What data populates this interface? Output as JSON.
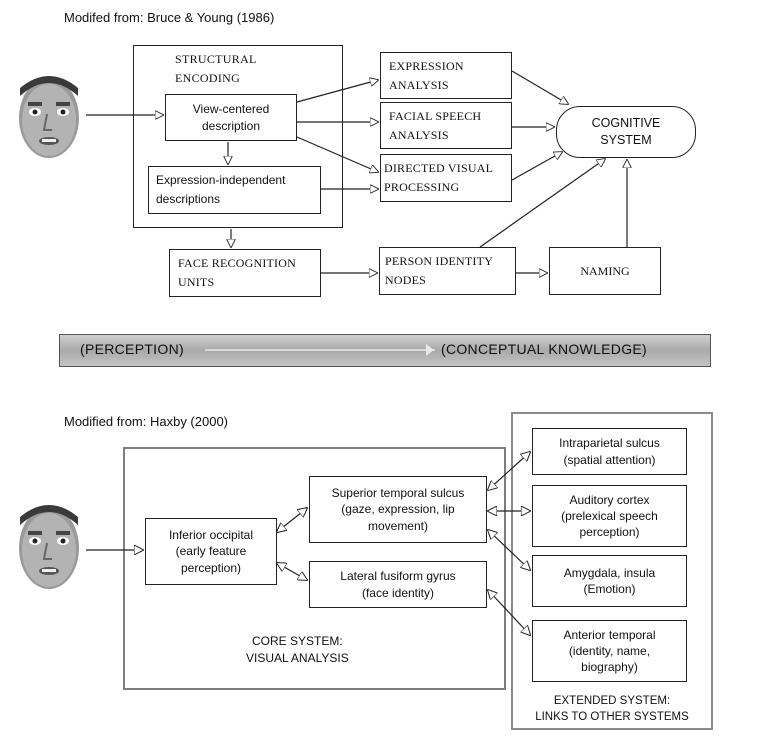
{
  "top": {
    "source": "Modifed from: Bruce & Young (1986)",
    "structural_encoding": "STRUCTURAL\nENCODING",
    "view_centered": "View-centered\ndescription",
    "expression_independent": "Expression-independent\ndescriptions",
    "expression_analysis": "EXPRESSION\nANALYSIS",
    "facial_speech": "FACIAL SPEECH\nANALYSIS",
    "directed_visual": "DIRECTED VISUAL\nPROCESSING",
    "cognitive_system": "COGNITIVE\nSYSTEM",
    "face_recognition": "FACE RECOGNITION\nUNITS",
    "person_identity": "PERSON IDENTITY\nNODES",
    "naming": "NAMING"
  },
  "bar": {
    "left": "(PERCEPTION)",
    "right": "(CONCEPTUAL KNOWLEDGE)"
  },
  "bottom": {
    "source": "Modified from: Haxby (2000)",
    "inferior_occipital": "Inferior occipital\n(early feature\nperception)",
    "superior_temporal": "Superior temporal sulcus\n(gaze, expression, lip\nmovement)",
    "lateral_fusiform": "Lateral fusiform gyrus\n(face identity)",
    "core_system": "CORE SYSTEM:\nVISUAL ANALYSIS",
    "intraparietal": "Intraparietal sulcus\n(spatial attention)",
    "auditory": "Auditory cortex\n(prelexical speech\nperception)",
    "amygdala": "Amygdala, insula\n(Emotion)",
    "anterior_temporal": "Anterior temporal\n(identity, name,\nbiography)",
    "extended_system": "EXTENDED SYSTEM:\nLINKS TO OTHER SYSTEMS"
  },
  "colors": {
    "bar_fill": "#b9b9b9",
    "extended_border": "#888888",
    "line": "#222222"
  }
}
